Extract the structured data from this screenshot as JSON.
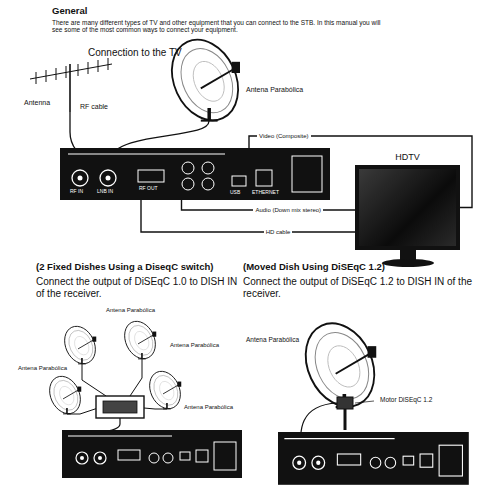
{
  "diagram": {
    "title": "General",
    "nodes": [
      {
        "text": [
          "RF IN",
          "LNB IN",
          "RF OUT",
          "USB",
          "ETHERNET"
        ]
      },
      {
        "text": [
          "HDTV"
        ]
      }
    ],
    "edges": [
      {
        "from": 0,
        "to": 1,
        "label": "Video (Composite)",
        "arrow": "none"
      },
      {
        "from": 0,
        "to": 1,
        "label": "Audio (Down mix stereo)",
        "arrow": "none"
      },
      {
        "from": 0,
        "to": 1,
        "label": "HD cable",
        "arrow": "none"
      }
    ],
    "labels": [
      "There are many different types of TV and other equipment that you can connect to the STB. In this manual you will see some of the most common ways to connect your equipment.",
      "Connection to the TV",
      "Antena Parabólica",
      "Antenna",
      "RF cable",
      "(2 Fixed Dishes Using a DiseqC switch)",
      "Connect the output of DiSEqC 1.0 to DISH IN of the receiver.",
      "(Moved Dish Using DiSEqC 1.2)",
      "Connect the output of DiSEqC 1.2 to DISH IN of the receiver.",
      "Antena Parabólica",
      "Antena Parabólica",
      "Antena Parabólica",
      "Antena Parabólica",
      "Antena Parabólica",
      "Motor DiSEqC 1.2"
    ]
  }
}
